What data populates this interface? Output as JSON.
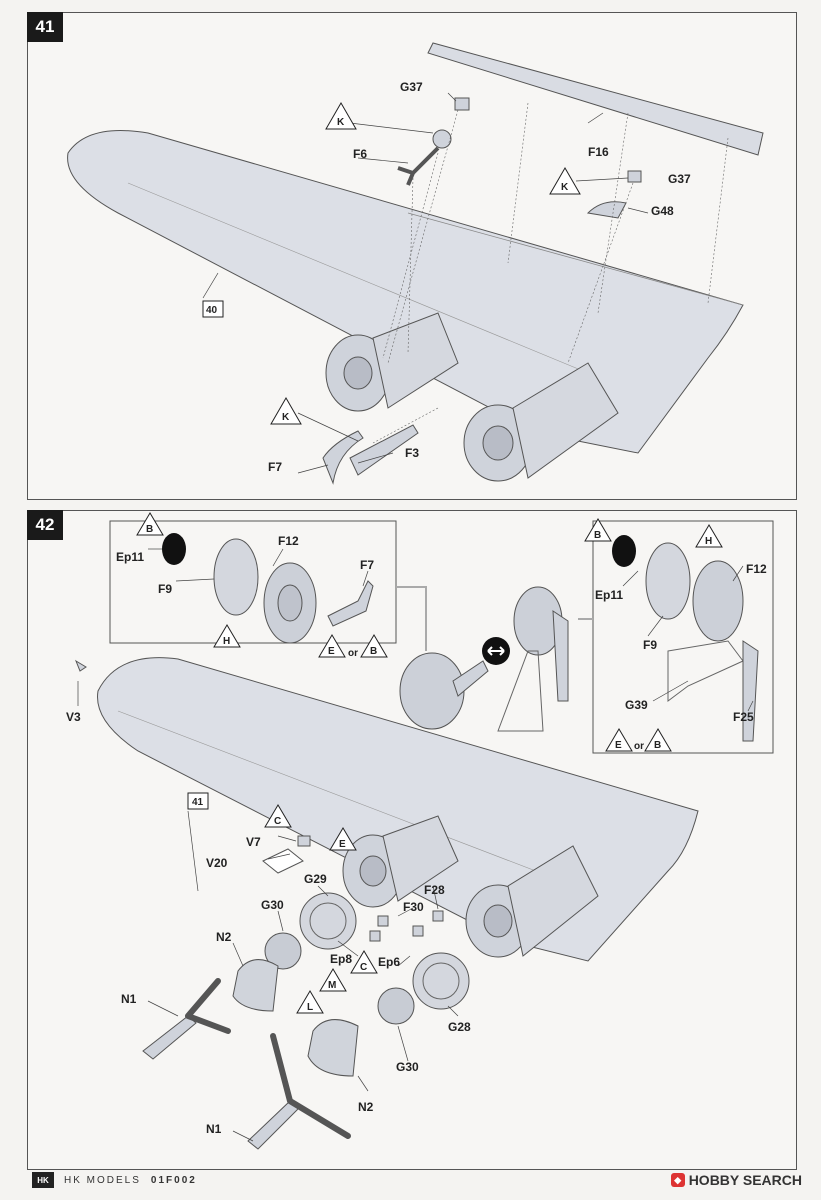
{
  "steps": {
    "step41": {
      "number": "41",
      "ref": "40",
      "labels": {
        "G37a": "G37",
        "F6": "F6",
        "F16": "F16",
        "G37b": "G37",
        "G48": "G48",
        "F7": "F7",
        "F3": "F3"
      },
      "markers": {
        "K1": "K",
        "K2": "K",
        "K3": "K"
      }
    },
    "step42": {
      "number": "42",
      "ref": "41",
      "labels": {
        "Ep11a": "Ep11",
        "F9a": "F9",
        "F12a": "F12",
        "F7": "F7",
        "Ep11b": "Ep11",
        "F12b": "F12",
        "F9b": "F9",
        "G39": "G39",
        "F25": "F25",
        "V3": "V3",
        "V7": "V7",
        "V20": "V20",
        "G29": "G29",
        "G30a": "G30",
        "N2a": "N2",
        "N1a": "N1",
        "Ep8": "Ep8",
        "F28": "F28",
        "F30": "F30",
        "Ep6": "Ep6",
        "G28": "G28",
        "G30b": "G30",
        "N2b": "N2",
        "N1b": "N1"
      },
      "markers": {
        "B1": "B",
        "H1": "H",
        "E1": "E",
        "B2": "B",
        "B3": "B",
        "H2": "H",
        "E2": "E",
        "B4": "B",
        "C1": "C",
        "E3": "E",
        "M1": "M",
        "L1": "L",
        "C2": "C"
      },
      "or_text": "or"
    }
  },
  "footer": {
    "logo": "HK",
    "brand": "HK MODELS",
    "code": "01F002",
    "watermark": "HOBBY SEARCH"
  }
}
